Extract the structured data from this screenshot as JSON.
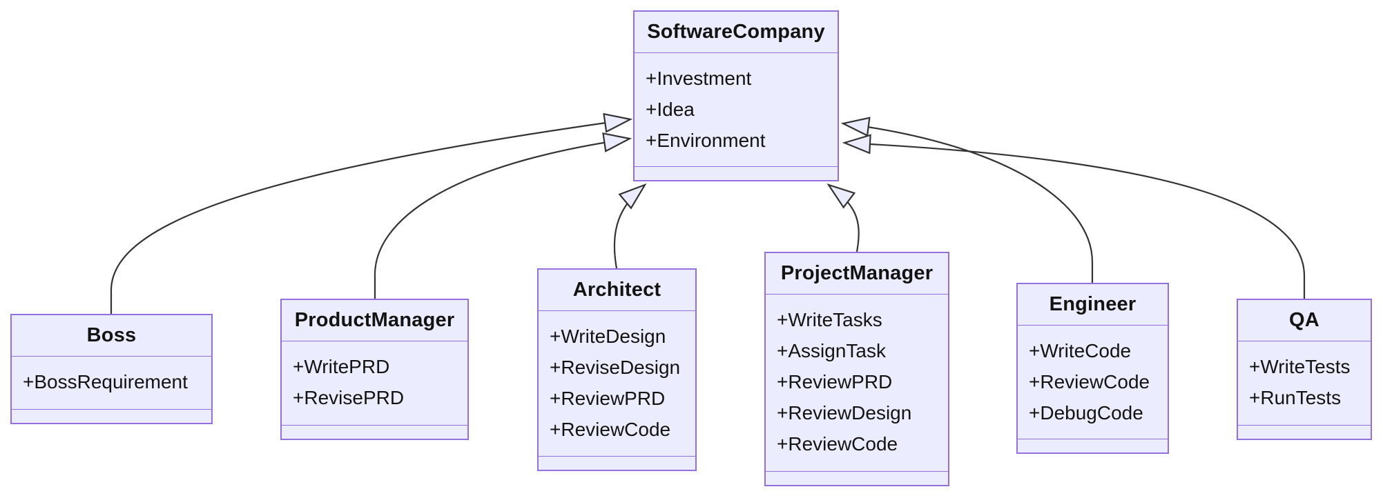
{
  "diagram": {
    "kind": "uml-class-diagram",
    "classes": [
      {
        "name": "SoftwareCompany",
        "members": [
          "+Investment",
          "+Idea",
          "+Environment"
        ]
      },
      {
        "name": "Boss",
        "members": [
          "+BossRequirement"
        ]
      },
      {
        "name": "ProductManager",
        "members": [
          "+WritePRD",
          "+RevisePRD"
        ]
      },
      {
        "name": "Architect",
        "members": [
          "+WriteDesign",
          "+ReviseDesign",
          "+ReviewPRD",
          "+ReviewCode"
        ]
      },
      {
        "name": "ProjectManager",
        "members": [
          "+WriteTasks",
          "+AssignTask",
          "+ReviewPRD",
          "+ReviewDesign",
          "+ReviewCode"
        ]
      },
      {
        "name": "Engineer",
        "members": [
          "+WriteCode",
          "+ReviewCode",
          "+DebugCode"
        ]
      },
      {
        "name": "QA",
        "members": [
          "+WriteTests",
          "+RunTests"
        ]
      }
    ],
    "relations": [
      {
        "from": "Boss",
        "to": "SoftwareCompany",
        "type": "inheritance"
      },
      {
        "from": "ProductManager",
        "to": "SoftwareCompany",
        "type": "inheritance"
      },
      {
        "from": "Architect",
        "to": "SoftwareCompany",
        "type": "inheritance"
      },
      {
        "from": "ProjectManager",
        "to": "SoftwareCompany",
        "type": "inheritance"
      },
      {
        "from": "Engineer",
        "to": "SoftwareCompany",
        "type": "inheritance"
      },
      {
        "from": "QA",
        "to": "SoftwareCompany",
        "type": "inheritance"
      }
    ],
    "colors": {
      "node_fill": "#ECECFF",
      "node_border": "#9370DB",
      "edge_stroke": "#333333",
      "text": "#131313",
      "background": "#FFFFFF"
    }
  }
}
